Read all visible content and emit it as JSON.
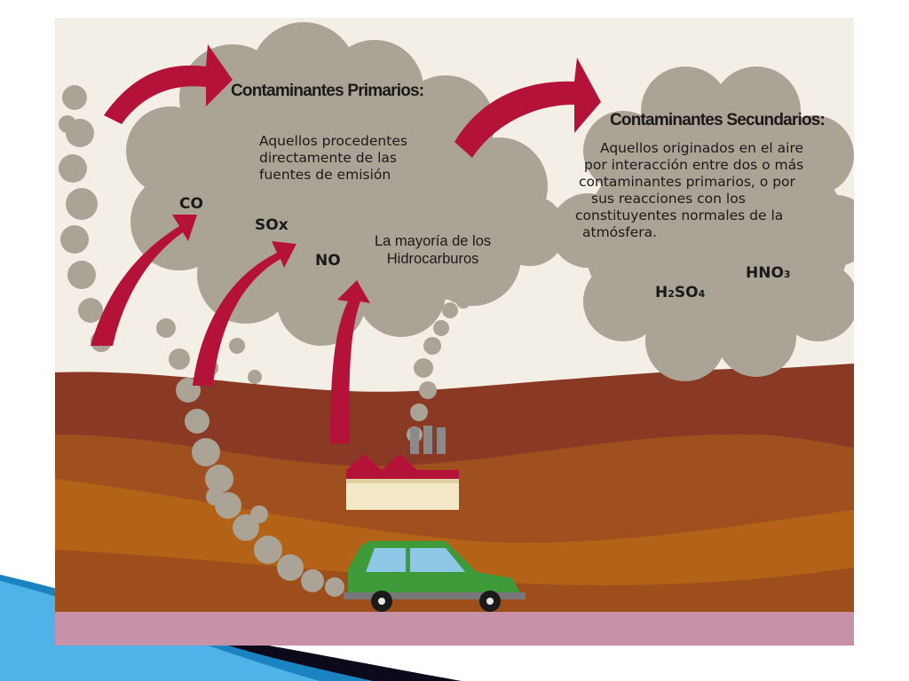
{
  "primary": {
    "title": "Contaminantes Primarios:",
    "desc": [
      "Aquellos procedentes",
      "directamente de las",
      "fuentes de emisión"
    ]
  },
  "secondary": {
    "title": "Contaminantes Secundarios:",
    "desc": [
      "Aquellos originados en el aire",
      "por interacción entre dos o más",
      "contaminantes primarios, o por",
      "sus reacciones con los",
      "constituyentes normales de la",
      "atmósfera."
    ]
  },
  "pollutants": {
    "co": "CO",
    "sox": "SOx",
    "no": "NO",
    "hidrocarburos": [
      "La mayoría de los",
      "Hidrocarburos"
    ]
  },
  "products": {
    "hno3": {
      "base": "HNO",
      "sub": "3"
    },
    "h2so4": {
      "h": "H",
      "sub1": "2",
      "so": "SO",
      "sub2": "4"
    }
  },
  "colors": {
    "smoke": "#aba395",
    "arrow": "#b5123a",
    "sky": "#f4efe6",
    "hill_back": "#8a3a24",
    "hill_mid": "#a0501f",
    "hill_front": "#b36218",
    "road": "#c792a7",
    "car": "#3f9a3a",
    "factory_roof": "#b5123a",
    "slide_accent": "#1b83c2"
  }
}
